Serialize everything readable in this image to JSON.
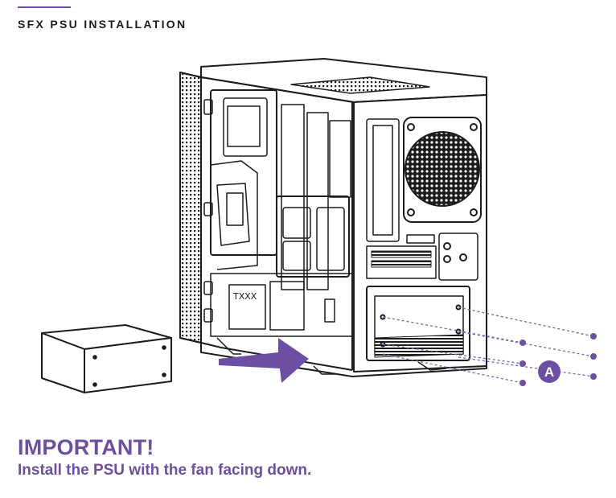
{
  "section": {
    "title": "SFX PSU INSTALLATION"
  },
  "illustration": {
    "callout": {
      "label": "A"
    },
    "arrow_icon": "right-arrow-icon",
    "screw_icon": "screw-icon"
  },
  "notice": {
    "heading": "IMPORTANT!",
    "text": "Install the PSU with the fan facing down."
  },
  "colors": {
    "accent": "#6c4fa3",
    "line": "#1c1c1c",
    "dashed": "#7a63b0"
  }
}
